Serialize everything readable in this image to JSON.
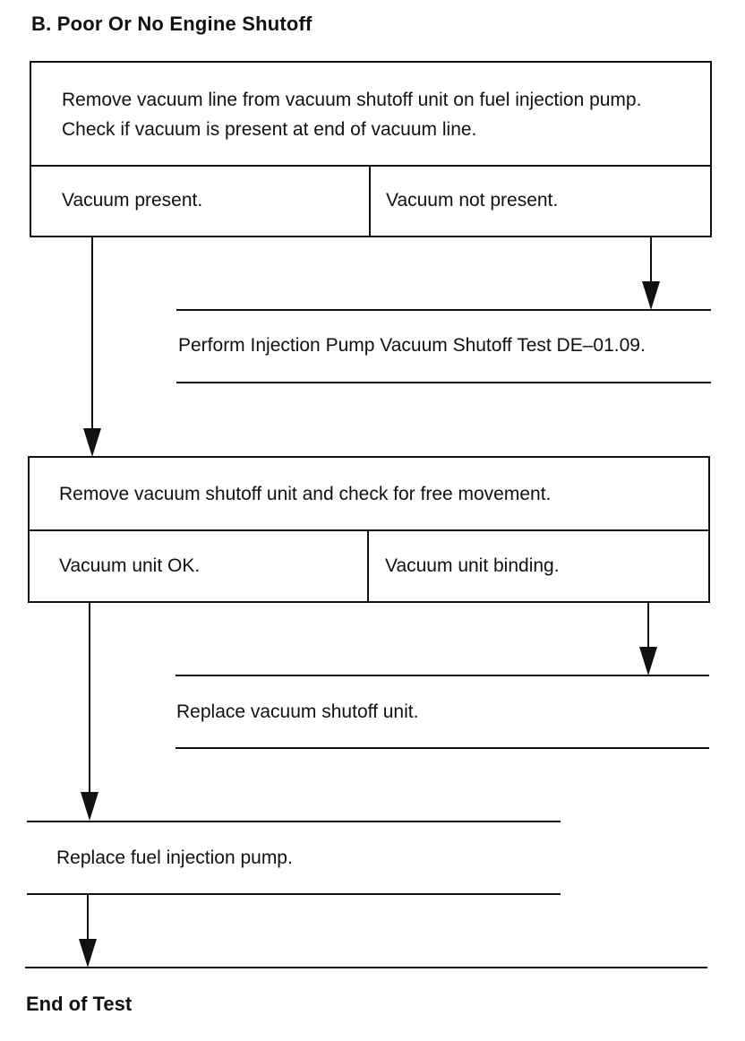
{
  "heading": "B.  Poor Or No Engine Shutoff",
  "step1": {
    "instruction": "Remove vacuum line from vacuum shutoff unit on fuel injection pump. Check if vacuum is present at end of vacuum line.",
    "yes": "Vacuum present.",
    "no": "Vacuum not present."
  },
  "step1_action": "Perform Injection Pump Vacuum Shutoff Test DE–01.09.",
  "step2": {
    "instruction": "Remove vacuum shutoff unit and check for free movement.",
    "yes": "Vacuum unit OK.",
    "no": "Vacuum unit binding."
  },
  "step2_action": "Replace vacuum shutoff unit.",
  "step3_action": "Replace fuel injection pump.",
  "end": "End of Test"
}
